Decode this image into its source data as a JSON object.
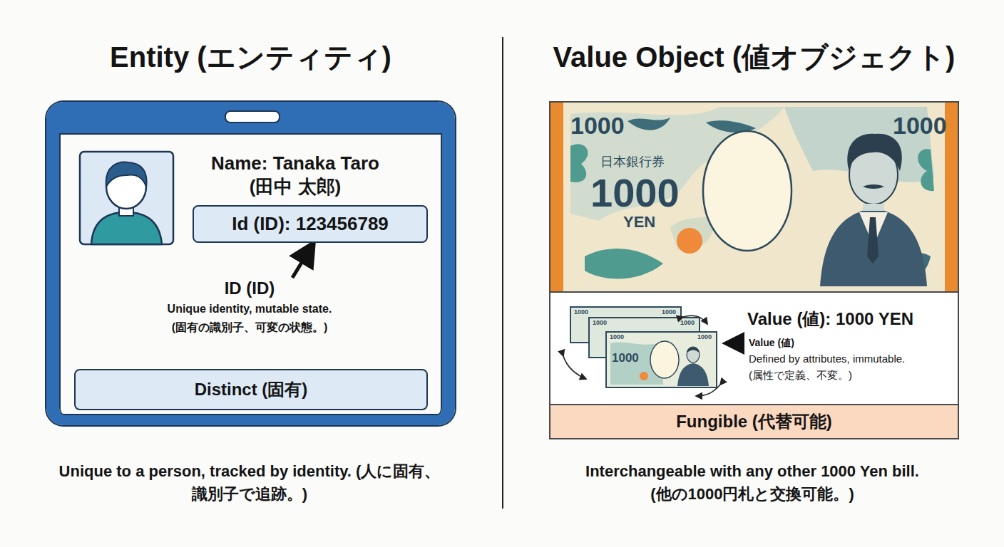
{
  "diagram": {
    "nodes": [
      {
        "text": [
          "Entity (エンティティ)",
          "Name: Tanaka Taro (田中 太郎)",
          "ID (ID)",
          "Unique identity, mutable state. (固有の識別子、可変の状態。)"
        ]
      },
      {
        "text": [
          "Id (ID): 123456789"
        ],
        "in": 0
      },
      {
        "text": [
          "Distinct (固有)"
        ],
        "in": 0
      },
      {
        "text": [
          "Value Object (値オブジェクト)",
          "Value (値): 1000 YEN",
          "Value (値)",
          "Defined by attributes, immutable. (属性で定義、不変。)"
        ]
      },
      {
        "text": [
          "Fungible (代替可能)"
        ],
        "in": 3
      }
    ],
    "labels": [
      "1000",
      "1000",
      "日本銀行券",
      "1000",
      "YEN",
      "1000",
      "1000",
      "1000",
      "1000",
      "1000",
      "1000",
      "1000",
      "Unique to a person, tracked by identity. (人に固有、識別子で追跡。)",
      "Interchangeable with any other 1000 Yen bill. (他の1000円札と交換可能。)"
    ]
  }
}
